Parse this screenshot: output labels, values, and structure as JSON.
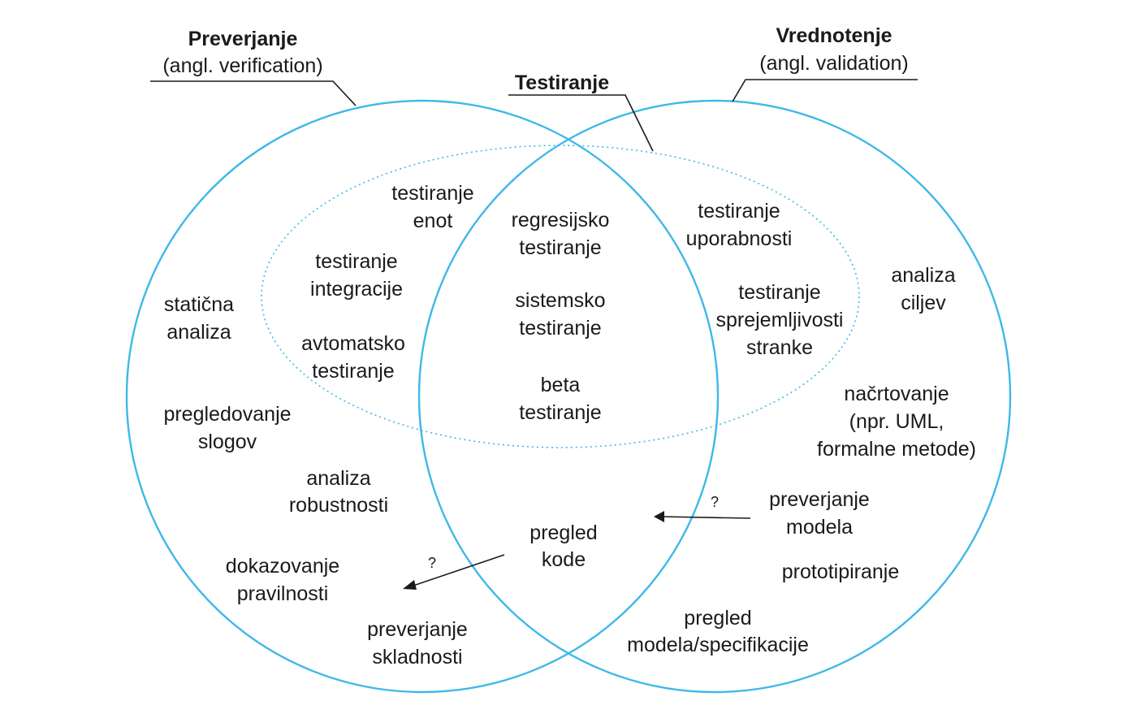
{
  "verification": {
    "title": "Preverjanje",
    "subtitle": "(angl. verification)",
    "items": [
      [
        "statična",
        "analiza"
      ],
      [
        "pregledovanje",
        "slogov"
      ],
      [
        "analiza",
        "robustnosti"
      ],
      [
        "dokazovanje",
        "pravilnosti"
      ],
      [
        "preverjanje",
        "skladnosti"
      ]
    ]
  },
  "validation": {
    "title": "Vrednotenje",
    "subtitle": "(angl. validation)",
    "items": [
      [
        "analiza",
        "ciljev"
      ],
      [
        "načrtovanje",
        "(npr. UML,",
        "formalne metode)"
      ],
      [
        "preverjanje",
        "modela"
      ],
      [
        "prototipiranje"
      ],
      [
        "pregled",
        "modela/specifikacije"
      ]
    ]
  },
  "testing": {
    "title": "Testiranje",
    "left_items": [
      [
        "testiranje",
        "enot"
      ],
      [
        "testiranje",
        "integracije"
      ],
      [
        "avtomatsko",
        "testiranje"
      ]
    ],
    "center_items": [
      [
        "regresijsko",
        "testiranje"
      ],
      [
        "sistemsko",
        "testiranje"
      ],
      [
        "beta",
        "testiranje"
      ]
    ],
    "right_items": [
      [
        "testiranje",
        "uporabnosti"
      ],
      [
        "testiranje",
        "sprejemljivosti",
        "stranke"
      ]
    ]
  },
  "overlap": {
    "code_review": [
      "pregled",
      "kode"
    ]
  },
  "arrows": {
    "question_mark": "?"
  }
}
